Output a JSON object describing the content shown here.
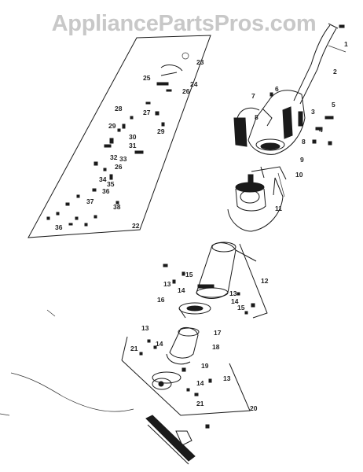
{
  "watermark": "AppliancePartsPros.com",
  "callouts": [
    {
      "id": "c23",
      "text": "23"
    },
    {
      "id": "c25",
      "text": "25"
    },
    {
      "id": "c24",
      "text": "24"
    },
    {
      "id": "c26a",
      "text": "26"
    },
    {
      "id": "c28",
      "text": "28"
    },
    {
      "id": "c27",
      "text": "27"
    },
    {
      "id": "c29a",
      "text": "29"
    },
    {
      "id": "c29b",
      "text": "29"
    },
    {
      "id": "c30",
      "text": "30"
    },
    {
      "id": "c31",
      "text": "31"
    },
    {
      "id": "c32",
      "text": "32"
    },
    {
      "id": "c33",
      "text": "33"
    },
    {
      "id": "c26b",
      "text": "26"
    },
    {
      "id": "c34",
      "text": "34"
    },
    {
      "id": "c35",
      "text": "35"
    },
    {
      "id": "c36a",
      "text": "36"
    },
    {
      "id": "c37",
      "text": "37"
    },
    {
      "id": "c38",
      "text": "38"
    },
    {
      "id": "c36b",
      "text": "36"
    },
    {
      "id": "c22",
      "text": "22"
    },
    {
      "id": "c1",
      "text": "1"
    },
    {
      "id": "c2",
      "text": "2"
    },
    {
      "id": "c6",
      "text": "6"
    },
    {
      "id": "c7",
      "text": "7"
    },
    {
      "id": "c3",
      "text": "3"
    },
    {
      "id": "c5",
      "text": "5"
    },
    {
      "id": "c8a",
      "text": "8"
    },
    {
      "id": "c4",
      "text": "4"
    },
    {
      "id": "c8b",
      "text": "8"
    },
    {
      "id": "c9",
      "text": "9"
    },
    {
      "id": "c10",
      "text": "10"
    },
    {
      "id": "c11",
      "text": "11"
    },
    {
      "id": "c12",
      "text": "12"
    },
    {
      "id": "c15a",
      "text": "15"
    },
    {
      "id": "c13a",
      "text": "13"
    },
    {
      "id": "c14a",
      "text": "14"
    },
    {
      "id": "c16",
      "text": "16"
    },
    {
      "id": "c13b",
      "text": "13"
    },
    {
      "id": "c14b",
      "text": "14"
    },
    {
      "id": "c15b",
      "text": "15"
    },
    {
      "id": "c17",
      "text": "17"
    },
    {
      "id": "c18",
      "text": "18"
    },
    {
      "id": "c13c",
      "text": "13"
    },
    {
      "id": "c21a",
      "text": "21"
    },
    {
      "id": "c14c",
      "text": "14"
    },
    {
      "id": "c19",
      "text": "19"
    },
    {
      "id": "c14d",
      "text": "14"
    },
    {
      "id": "c13d",
      "text": "13"
    },
    {
      "id": "c21b",
      "text": "21"
    },
    {
      "id": "c20",
      "text": "20"
    }
  ]
}
